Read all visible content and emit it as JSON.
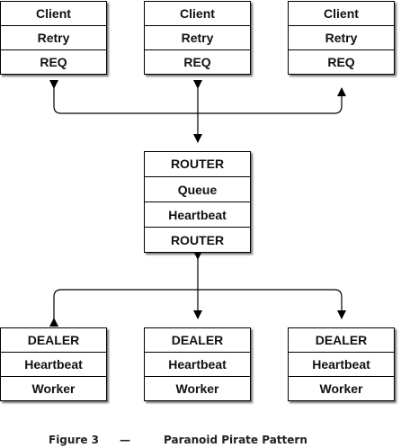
{
  "clients": [
    {
      "cells": [
        "Client",
        "Retry",
        "REQ"
      ]
    },
    {
      "cells": [
        "Client",
        "Retry",
        "REQ"
      ]
    },
    {
      "cells": [
        "Client",
        "Retry",
        "REQ"
      ]
    }
  ],
  "broker": {
    "cells": [
      "ROUTER",
      "Queue",
      "Heartbeat",
      "ROUTER"
    ]
  },
  "workers": [
    {
      "cells": [
        "DEALER",
        "Heartbeat",
        "Worker"
      ]
    },
    {
      "cells": [
        "DEALER",
        "Heartbeat",
        "Worker"
      ]
    },
    {
      "cells": [
        "DEALER",
        "Heartbeat",
        "Worker"
      ]
    }
  ],
  "caption": {
    "figure": "Figure 3",
    "dash": "—",
    "title": "Paranoid Pirate Pattern"
  }
}
